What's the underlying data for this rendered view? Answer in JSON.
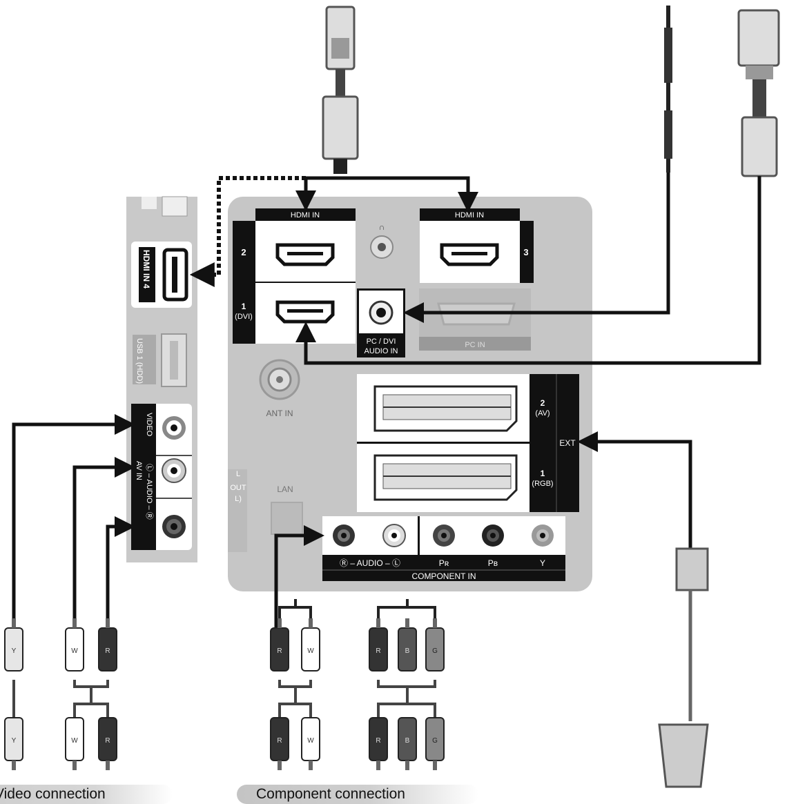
{
  "side_panel": {
    "hdmi4_label": "HDMI IN 4",
    "usb_label": "USB 1 (HDD)",
    "video_label": "VIDEO",
    "av_in_label": "AV IN",
    "audio_label": "Ⓛ – AUDIO – Ⓡ"
  },
  "main_panel": {
    "hdmi_in_left": "HDMI IN",
    "hdmi_in_right": "HDMI IN",
    "hdmi_port_2": "2",
    "hdmi_port_1": "1",
    "hdmi_port_1_sub": "(DVI)",
    "hdmi_port_3": "3",
    "pc_dvi_line1": "PC / DVI",
    "pc_dvi_line2": "AUDIO IN",
    "pc_in": "PC IN",
    "ant_in": "ANT IN",
    "ext_label": "EXT",
    "ext2_num": "2",
    "ext2_sub": "(AV)",
    "ext1_num": "1",
    "ext1_sub": "(RGB)",
    "lan": "LAN",
    "partial_out_1": "L",
    "partial_out_2": "OUT",
    "partial_out_3": "L)",
    "audio_r_l": "Ⓡ – AUDIO – Ⓛ",
    "pb": "Pʙ",
    "pr": "Pʀ",
    "y": "Y",
    "component_in": "COMPONENT IN"
  },
  "plugs": {
    "video_top": [
      "Y",
      "W",
      "R"
    ],
    "video_bottom": [
      "Y",
      "W",
      "R"
    ],
    "comp_audio_top": [
      "R",
      "W"
    ],
    "comp_audio_bottom": [
      "R",
      "W"
    ],
    "comp_video_top": [
      "R",
      "B",
      "G"
    ],
    "comp_video_bottom": [
      "R",
      "B",
      "G"
    ]
  },
  "footer": {
    "video_connection": "Video connection",
    "component_connection": "Component connection"
  }
}
